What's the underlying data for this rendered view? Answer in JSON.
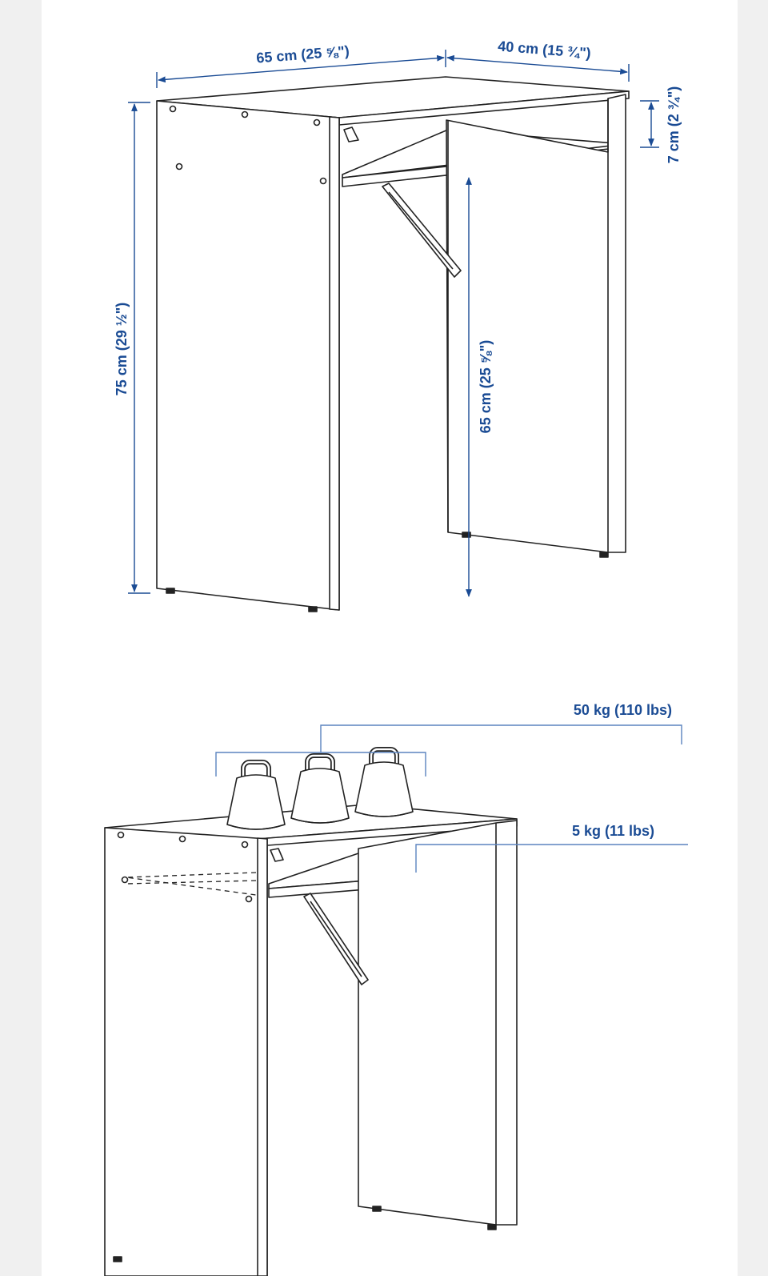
{
  "colors": {
    "background": "#f0f0f0",
    "page": "#ffffff",
    "line": "#222222",
    "dimension": "#1a4b94",
    "leader": "#5b84bf"
  },
  "dimensions": {
    "width": "65 cm (25 ⅝\")",
    "depth": "40 cm (15 ¾\")",
    "shelf_gap": "7 cm (2 ¾\")",
    "total_height": "75 cm (29 ½\")",
    "leg_height": "65 cm (25 ⅝\")"
  },
  "loads": {
    "top": "50 kg (110 lbs)",
    "shelf": "5 kg (11 lbs)"
  }
}
